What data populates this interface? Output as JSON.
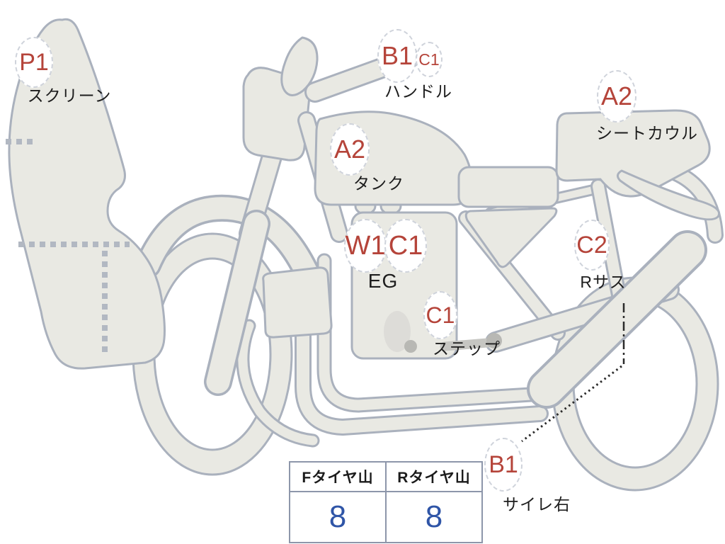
{
  "diagram_title": "motorcycle-damage-diagram",
  "colors": {
    "body_fill": "#e9e9e3",
    "outline": "#aab1bd",
    "label_red": "#b5443a",
    "value_blue": "#2f55a7",
    "text_black": "#1d1d1d",
    "table_border": "#8d96aa"
  },
  "labels": [
    {
      "part": "screen",
      "codes": [
        "P1"
      ],
      "name": "スクリーン"
    },
    {
      "part": "handlebar",
      "codes": [
        "B1",
        "C1"
      ],
      "name": "ハンドル"
    },
    {
      "part": "tank",
      "codes": [
        "A2"
      ],
      "name": "タンク"
    },
    {
      "part": "seat-cowl",
      "codes": [
        "A2"
      ],
      "name": "シートカウル"
    },
    {
      "part": "engine",
      "codes": [
        "W1",
        "C1"
      ],
      "name": "EG"
    },
    {
      "part": "step",
      "codes": [
        "C1"
      ],
      "name": "ステップ"
    },
    {
      "part": "rear-suspension",
      "codes": [
        "C2"
      ],
      "name": "Rサス"
    },
    {
      "part": "silencer-right",
      "codes": [
        "B1"
      ],
      "name": "サイレ右"
    }
  ],
  "tire_table": {
    "columns": [
      "Fタイヤ山",
      "Rタイヤ山"
    ],
    "values": [
      "8",
      "8"
    ]
  }
}
